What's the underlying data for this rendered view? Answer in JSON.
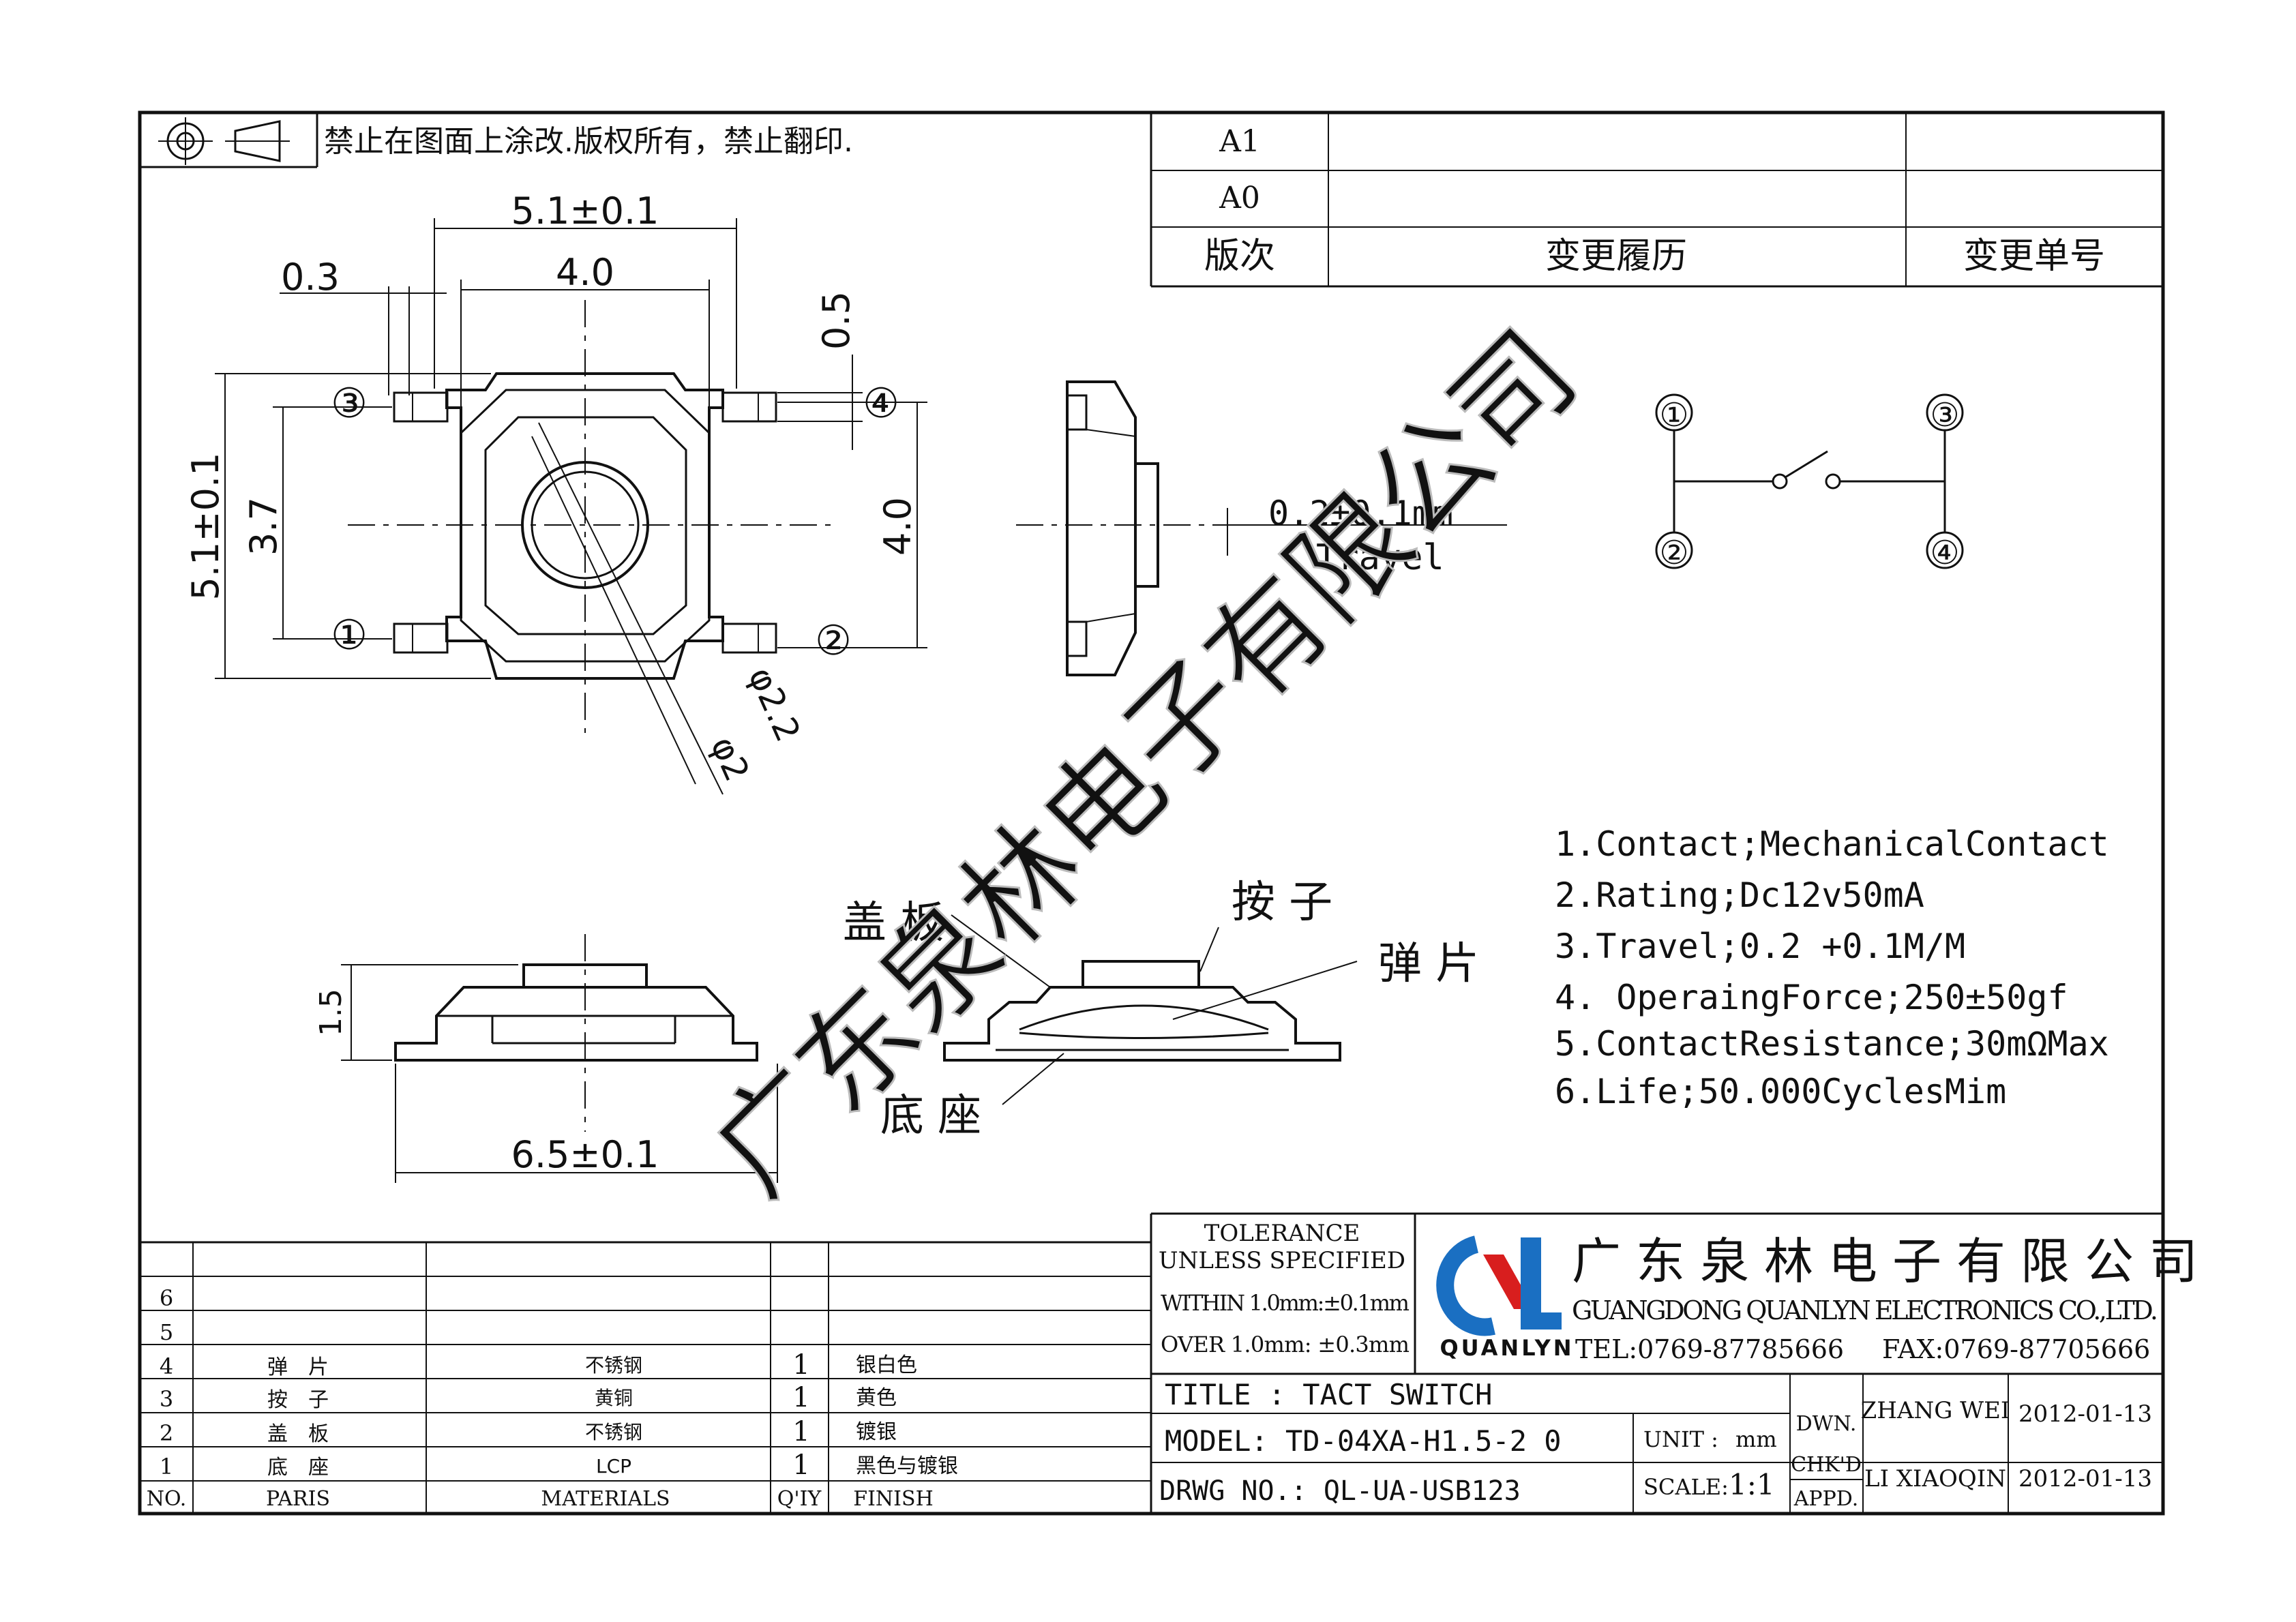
{
  "header": {
    "notice": "禁止在图面上涂改.版权所有，禁止翻印."
  },
  "revision_table": {
    "rows": [
      "A1",
      "A0"
    ],
    "col_version": "版次",
    "col_history": "变更履历",
    "col_number": "变更单号"
  },
  "dimensions": {
    "width_top": "5.1±0.1",
    "body": "4.0",
    "pitch_small": "0.3",
    "lead_height": "0.5",
    "height_left": "5.1±0.1",
    "pin_pitch": "3.7",
    "right_height": "4.0",
    "diameter_outer": "φ2.2",
    "diameter_inner": "φ2",
    "side_height": "1.5",
    "side_width": "6.5±0.1"
  },
  "pins": [
    "①",
    "②",
    "③",
    "④"
  ],
  "travel": {
    "value": "0.2±0.1mm",
    "label": "Travel"
  },
  "parts_callouts": {
    "cover": "盖 板",
    "actuator": "按 子",
    "dome": "弹 片",
    "base": "底 座"
  },
  "specs": [
    "1.Contact;MechanicalContact",
    "2.Rating;Dc12v50mA",
    "3.Travel;0.2 +0.1M/M",
    "4. OperaingForce;250±50gf",
    "5.ContactResistance;30mΩMax",
    "6.Life;50.000CyclesMim"
  ],
  "bom": {
    "rows": [
      {
        "no": "6",
        "part": "",
        "material": "",
        "qty": "",
        "finish": ""
      },
      {
        "no": "5",
        "part": "",
        "material": "",
        "qty": "",
        "finish": ""
      },
      {
        "no": "4",
        "part": "弹　片",
        "material": "不锈钢",
        "qty": "1",
        "finish": "银白色"
      },
      {
        "no": "3",
        "part": "按　子",
        "material": "黄铜",
        "qty": "1",
        "finish": "黄色"
      },
      {
        "no": "2",
        "part": "盖　板",
        "material": "不锈钢",
        "qty": "1",
        "finish": "镀银"
      },
      {
        "no": "1",
        "part": "底　座",
        "material": "LCP",
        "qty": "1",
        "finish": "黑色与镀银"
      }
    ],
    "headers": {
      "no": "NO.",
      "part": "PARIS",
      "material": "MATERIALS",
      "qty": "Q'IY",
      "finish": "FINISH"
    }
  },
  "tolerance": {
    "title1": "TOLERANCE",
    "title2": "UNLESS SPECIFIED",
    "within": "WITHIN 1.0mm:±0.1mm",
    "over": "OVER 1.0mm:  ±0.3mm"
  },
  "company": {
    "name_cn": "广东泉林电子有限公司",
    "name_en": "GUANGDONG QUANLYN ELECTRONICS CO.,LTD.",
    "tel": "TEL:0769-87785666",
    "fax": "FAX:0769-87705666",
    "logo_text": "QUANLYN",
    "brand_colors": {
      "blue": "#1a6fc2",
      "red": "#d81e1e"
    }
  },
  "title_block": {
    "title": "TITLE : TACT SWITCH",
    "model": "MODEL: TD-04XA-H1.5-2 0",
    "drwg": "DRWG NO.: QL-UA-USB123",
    "unit_label": "UNIT :",
    "unit_value": "mm",
    "scale_label": "SCALE:",
    "scale_value": "1:1",
    "dwn": "DWN.",
    "chkd": "CHK'D",
    "appd": "APPD.",
    "drawer": "ZHANG WEI",
    "checker": "LI XIAOQIN",
    "date1": "2012-01-13",
    "date2": "2012-01-13"
  },
  "watermark": "广东泉林电子有限公司"
}
